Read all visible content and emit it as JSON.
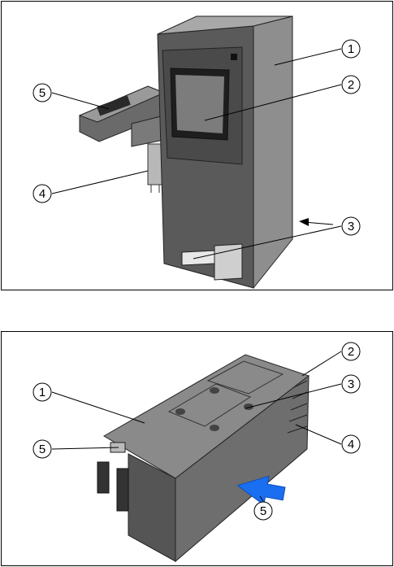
{
  "top_view": {
    "callouts": [
      {
        "id": "1",
        "label": "1"
      },
      {
        "id": "2",
        "label": "2"
      },
      {
        "id": "3",
        "label": "3"
      },
      {
        "id": "4",
        "label": "4"
      },
      {
        "id": "5",
        "label": "5"
      }
    ]
  },
  "bottom_view": {
    "callouts": [
      {
        "id": "1",
        "label": "1"
      },
      {
        "id": "2",
        "label": "2"
      },
      {
        "id": "3",
        "label": "3"
      },
      {
        "id": "4",
        "label": "4"
      },
      {
        "id": "5a",
        "label": "5"
      },
      {
        "id": "5b",
        "label": "5"
      }
    ]
  },
  "colors": {
    "cabinet_light": "#8a8a8a",
    "cabinet_mid": "#6e6e6e",
    "cabinet_dark": "#4a4a4a",
    "screen": "#7c7c7c",
    "arrow_blue": "#1a6ef0"
  }
}
